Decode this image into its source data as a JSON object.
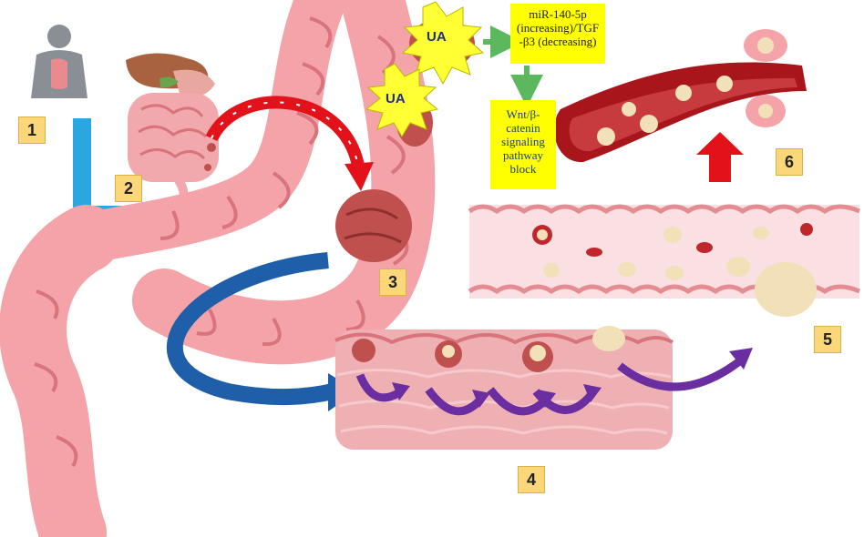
{
  "steps": [
    "1",
    "2",
    "3",
    "4",
    "5",
    "6"
  ],
  "agent_label": "UA",
  "notes": {
    "mirna": "miR-140-5p (increasing)/TGF -β3 (decreasing)",
    "pathway": "Wnt/β-catenin signaling pathway block"
  },
  "colors": {
    "colon": "#f4a3a8",
    "colon_dark": "#d9737c",
    "tumor": "#c0504d",
    "metastatic_cell": "#f1e0b8",
    "vessel": "#a8161c",
    "arrow_blue": "#2aa7e0",
    "arrow_navy": "#1f5ea8",
    "arrow_red": "#e3121a",
    "arrow_purple": "#6a2ea0",
    "arrow_green": "#5cb85c",
    "note_bg": "#ffff00",
    "starburst": "#ffff33"
  }
}
